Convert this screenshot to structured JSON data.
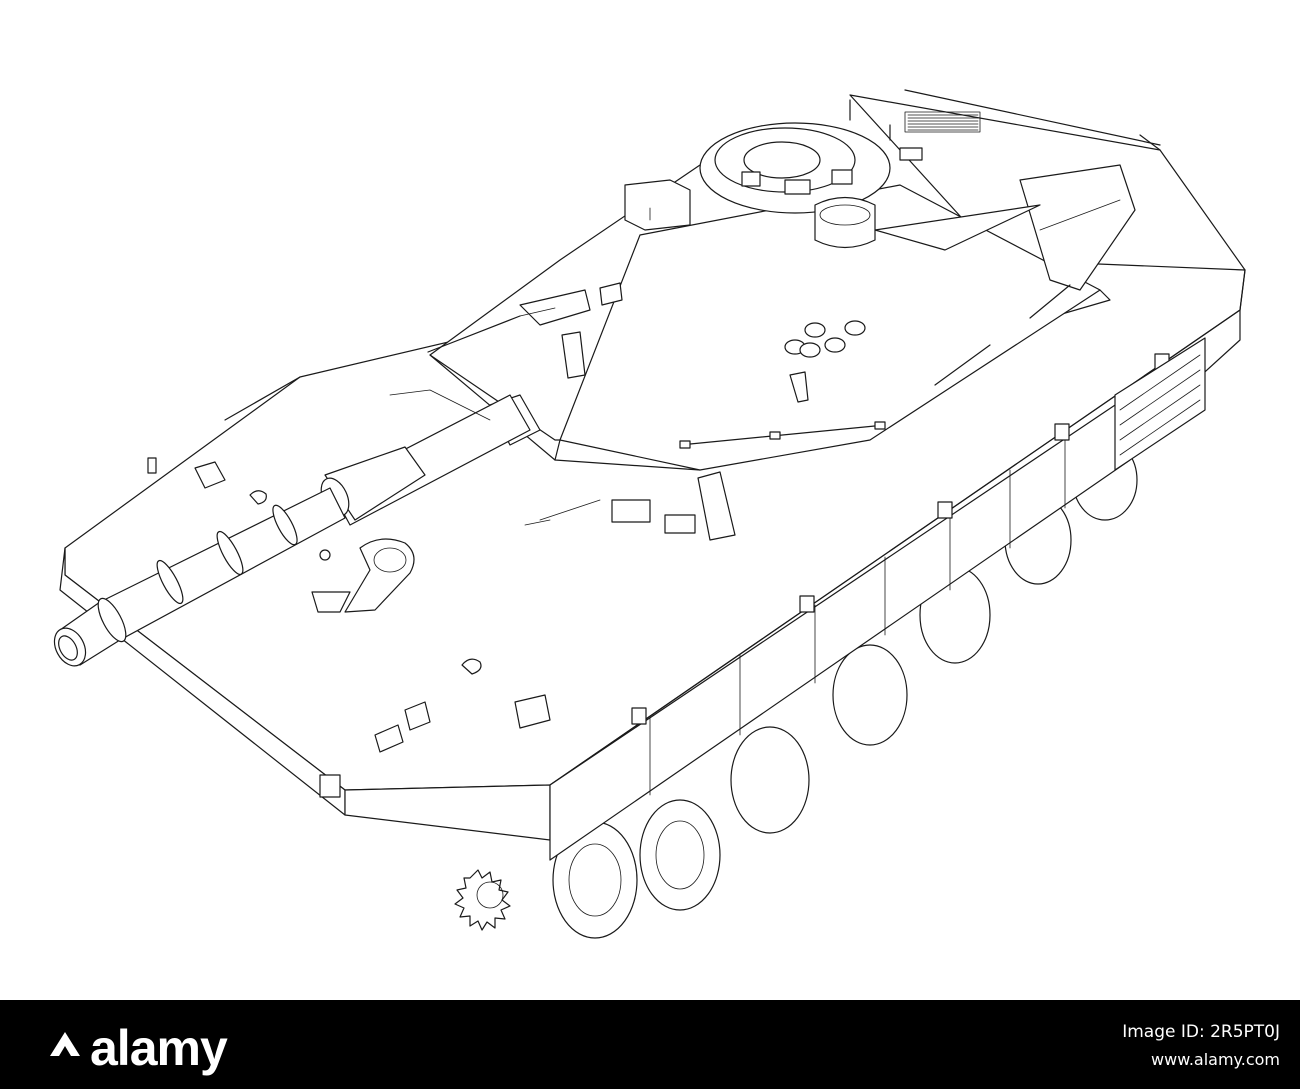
{
  "illustration": {
    "subject": "tank-outline-drawing",
    "line_color": "#1a1a1a",
    "background": "#ffffff"
  },
  "footer": {
    "background": "#000000",
    "text_color": "#ffffff",
    "brand": "alamy",
    "image_id": "Image ID: 2R5PT0J",
    "url": "www.alamy.com"
  }
}
